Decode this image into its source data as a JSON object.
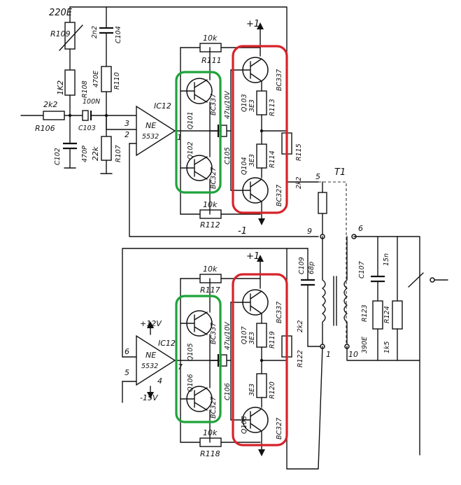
{
  "labels": {
    "r109_val": "220E",
    "r109": "R109",
    "r108_val": "1K2",
    "r108": "R108",
    "r110_val": "470E",
    "r110": "R110",
    "c104_val": "2n2",
    "c104": "C104",
    "r106_val": "2k2",
    "r106": "R106",
    "c103_val": "100N",
    "c103": "C103",
    "c102": "C102",
    "c102_val": "470P",
    "r107_val": "22k",
    "r107": "R107",
    "ic1_top": "IC12",
    "ne_top": "NE",
    "ne5532_top": "5532",
    "pin3": "3",
    "pin2": "2",
    "pin1": "1",
    "r111_val": "10k",
    "r111": "R111",
    "r112_val": "10k",
    "r112": "R112",
    "q101": "Q101",
    "bc337_a": "BC337",
    "q102": "Q102",
    "bc327_a": "BC327",
    "c105_val": "47u/10V",
    "c105": "C105",
    "q103": "Q103",
    "bc337_b": "BC337",
    "r113_val": "3E3",
    "r113": "R113",
    "q104": "Q104",
    "bc327_b": "BC327",
    "r114_val": "3E3",
    "r114": "R114",
    "r115_val": "2k2",
    "r115": "R115",
    "plus1_top": "+1",
    "minus1": "-1",
    "t1": "T1",
    "pin5": "5",
    "pin9": "9",
    "pin6": "6",
    "c109_val": "68p",
    "c109": "C109",
    "c107": "C107",
    "c107_val": "15n",
    "r123": "R123",
    "r123_val": "390E",
    "r124": "R124",
    "r124_val": "1k5",
    "pin1b": "1",
    "pin10": "10",
    "r117_val": "10k",
    "r117": "R117",
    "r118_val": "10k",
    "r118": "R118",
    "plus1_bot": "+1",
    "q105": "Q105",
    "bc337_c": "BC337",
    "q106": "Q106",
    "bc327_c": "BC327",
    "c106_val": "47u/10V",
    "c106": "C106",
    "q107": "Q107",
    "bc337_d": "BC337",
    "r119_val": "3E3",
    "r119": "R119",
    "q108": "Q108",
    "bc327_d": "BC327",
    "r120_val": "3E3",
    "r120": "R120",
    "r122_val": "2k2",
    "r122": "R122",
    "ic1_bot": "IC12",
    "ne_bot": "NE",
    "ne5532_bot": "5532",
    "pin6b": "6",
    "pin5b": "5",
    "pin7b": "7",
    "pin4b": "4",
    "plus12v": "+12V",
    "minus15v": "-15V"
  },
  "highlight_colors": {
    "output_stage": "#d6232a",
    "driver_stage": "#1ea33a"
  }
}
